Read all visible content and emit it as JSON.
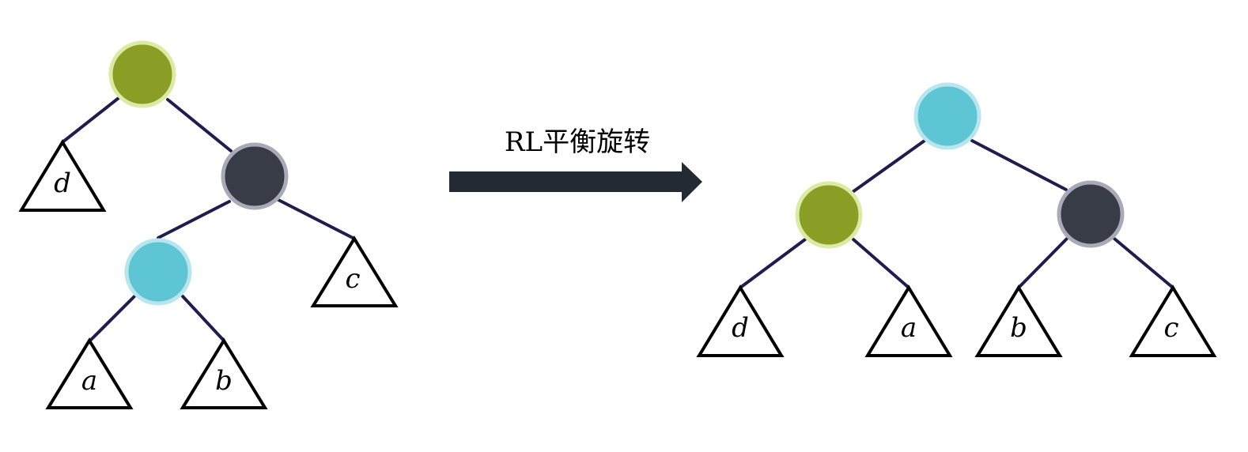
{
  "caption": "RL平衡旋转",
  "colors": {
    "green": {
      "fill": "#8a9e26",
      "ring": "#dbeba3"
    },
    "dark": {
      "fill": "#383c46",
      "ring": "#a8aab8"
    },
    "teal": {
      "fill": "#5ec5d5",
      "ring": "#b8e6ef"
    },
    "edge": "#1f1d4d",
    "arrow": "#242a33"
  },
  "before": {
    "nodes": [
      {
        "color": "green",
        "role": "root"
      },
      {
        "color": "dark",
        "role": "right-child"
      },
      {
        "color": "teal",
        "role": "right-left-grandchild"
      }
    ],
    "subtrees": [
      "d",
      "c",
      "a",
      "b"
    ]
  },
  "after": {
    "nodes": [
      {
        "color": "teal",
        "role": "root"
      },
      {
        "color": "green",
        "role": "left-child"
      },
      {
        "color": "dark",
        "role": "right-child"
      }
    ],
    "subtrees": [
      "d",
      "a",
      "b",
      "c"
    ]
  }
}
